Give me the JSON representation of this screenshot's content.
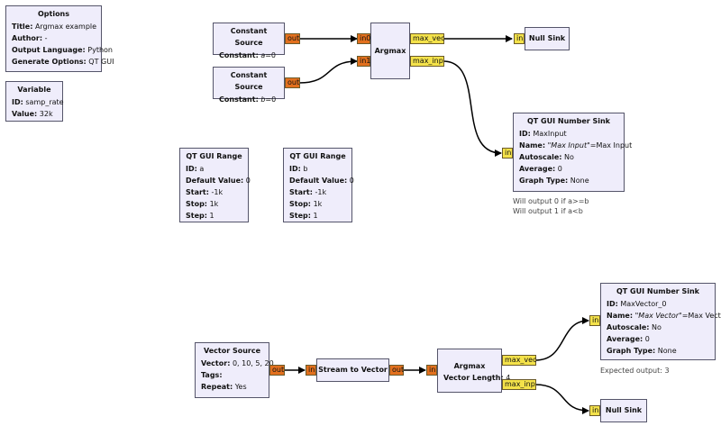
{
  "options": {
    "title": "Options",
    "rows": [
      {
        "k": "Title:",
        "v": "Argmax example"
      },
      {
        "k": "Author:",
        "v": "-"
      },
      {
        "k": "Output Language:",
        "v": "Python"
      },
      {
        "k": "Generate Options:",
        "v": "QT GUI"
      }
    ]
  },
  "variable": {
    "title": "Variable",
    "rows": [
      {
        "k": "ID:",
        "v": "samp_rate"
      },
      {
        "k": "Value:",
        "v": "32k"
      }
    ]
  },
  "const_a": {
    "title": "Constant Source",
    "k": "Constant:",
    "v_italic": "a",
    "v_rest": "=0",
    "port": "out"
  },
  "const_b": {
    "title": "Constant Source",
    "k": "Constant:",
    "v_italic": "b",
    "v_rest": "=0",
    "port": "out"
  },
  "argmax1": {
    "title": "Argmax",
    "in0": "in0",
    "in1": "in1",
    "out0": "max_vec",
    "out1": "max_inp"
  },
  "null1": {
    "title": "Null Sink",
    "port": "in"
  },
  "numsink1": {
    "title": "QT GUI Number Sink",
    "port": "in",
    "id_k": "ID:",
    "id_v": "MaxInput",
    "name_k": "Name:",
    "name_i": "\"Max Input\"",
    "name_rest": "=Max Input",
    "rows": [
      {
        "k": "Autoscale:",
        "v": "No"
      },
      {
        "k": "Average:",
        "v": "0"
      },
      {
        "k": "Graph Type:",
        "v": "None"
      }
    ]
  },
  "note1": {
    "line1": "Will output 0 if a>=b",
    "line2": "Will output 1 if a<b"
  },
  "range_a": {
    "title": "QT GUI Range",
    "rows": [
      {
        "k": "ID:",
        "v": "a"
      },
      {
        "k": "Default Value:",
        "v": "0"
      },
      {
        "k": "Start:",
        "v": "-1k"
      },
      {
        "k": "Stop:",
        "v": "1k"
      },
      {
        "k": "Step:",
        "v": "1"
      }
    ]
  },
  "range_b": {
    "title": "QT GUI Range",
    "rows": [
      {
        "k": "ID:",
        "v": "b"
      },
      {
        "k": "Default Value:",
        "v": "0"
      },
      {
        "k": "Start:",
        "v": "-1k"
      },
      {
        "k": "Stop:",
        "v": "1k"
      },
      {
        "k": "Step:",
        "v": "1"
      }
    ]
  },
  "vecsrc": {
    "title": "Vector Source",
    "port": "out",
    "rows": [
      {
        "k": "Vector:",
        "v": "0, 10, 5, 20"
      },
      {
        "k": "Tags:",
        "v": ""
      },
      {
        "k": "Repeat:",
        "v": "Yes"
      }
    ]
  },
  "s2v": {
    "title": "Stream to Vector",
    "in": "in",
    "out": "out"
  },
  "argmax2": {
    "title": "Argmax",
    "k": "Vector Length:",
    "v": "4",
    "in": "in",
    "out0": "max_vec",
    "out1": "max_inp"
  },
  "numsink2": {
    "title": "QT GUI Number Sink",
    "port": "in",
    "id_k": "ID:",
    "id_v": "MaxVector_0",
    "name_k": "Name:",
    "name_i": "\"Max Vector\"",
    "name_rest": "=Max Vector",
    "rows": [
      {
        "k": "Autoscale:",
        "v": "No"
      },
      {
        "k": "Average:",
        "v": "0"
      },
      {
        "k": "Graph Type:",
        "v": "None"
      }
    ]
  },
  "note2": {
    "line1": "Expected output: 3"
  },
  "null2": {
    "title": "Null Sink",
    "port": "in"
  },
  "colors": {
    "block_bg": "#efedfb",
    "port_float": "#f4e24a",
    "port_complex": "#e2701e"
  }
}
